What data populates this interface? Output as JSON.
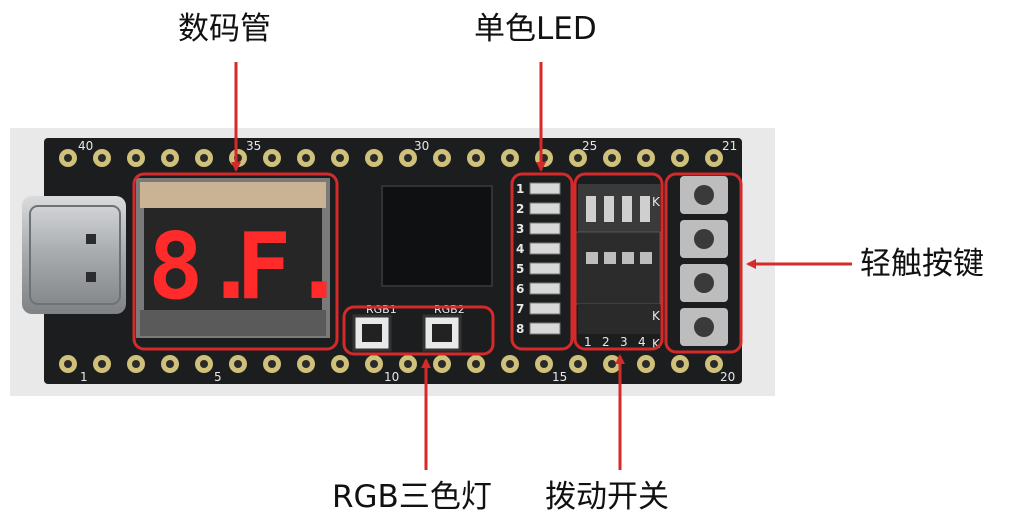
{
  "callouts": {
    "seven_segment": "数码管",
    "mono_led": "单色LED",
    "tactile_buttons": "轻触按键",
    "rgb_led": "RGB三色灯",
    "dip_switch": "拨动开关"
  },
  "board": {
    "pin_numbers_top": [
      "40",
      "35",
      "30",
      "25",
      "21"
    ],
    "pin_numbers_bottom": [
      "1",
      "5",
      "10",
      "15",
      "20"
    ],
    "rgb_silk": [
      "RGB1",
      "RGB2"
    ],
    "led_indices": [
      "1",
      "2",
      "3",
      "4",
      "5",
      "6",
      "7",
      "8"
    ],
    "switch_numbers": [
      "1",
      "2",
      "3",
      "4"
    ],
    "switch_side_marks": [
      "K",
      "K",
      "K"
    ],
    "display_digits": [
      "8.",
      "F."
    ]
  },
  "colors": {
    "pcb": "#1b1d1e",
    "highlight": "#d42a2a",
    "segment_on": "#ff2a2a",
    "silkscreen": "#e8e8e8",
    "pad_gold": "#cfc07a"
  }
}
